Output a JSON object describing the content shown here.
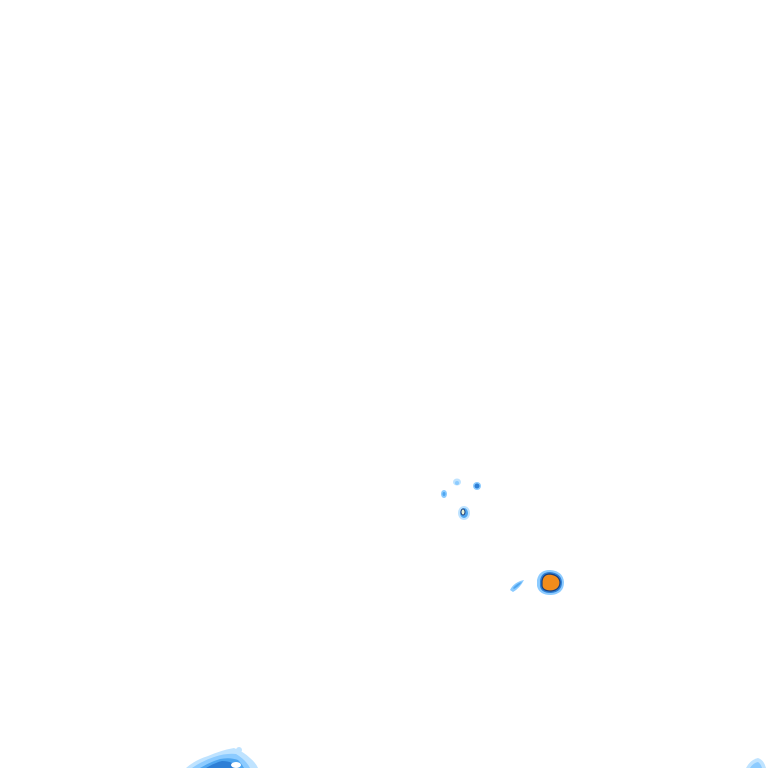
{
  "map": {
    "background": "#ffffff",
    "palette": {
      "very_light": "#bfe3ff",
      "light": "#8ccbff",
      "medium": "#4fa6f0",
      "strong": "#2e7fd6",
      "deep": "#1f5fb3",
      "core": "#f28c1c",
      "outline": "#1b3f7a"
    },
    "echoes": [
      {
        "name": "echo-cluster-small-west",
        "intensity": "light"
      },
      {
        "name": "echo-cluster-small-north",
        "intensity": "light"
      },
      {
        "name": "echo-cell-east-dot",
        "intensity": "strong"
      },
      {
        "name": "echo-cell-center",
        "intensity": "medium"
      },
      {
        "name": "echo-streak-southwest",
        "intensity": "medium"
      },
      {
        "name": "echo-cell-orange-core",
        "intensity": "core"
      },
      {
        "name": "echo-band-bottom-left",
        "intensity": "strong"
      },
      {
        "name": "echo-fragment-bottom-right",
        "intensity": "very_light"
      }
    ]
  }
}
